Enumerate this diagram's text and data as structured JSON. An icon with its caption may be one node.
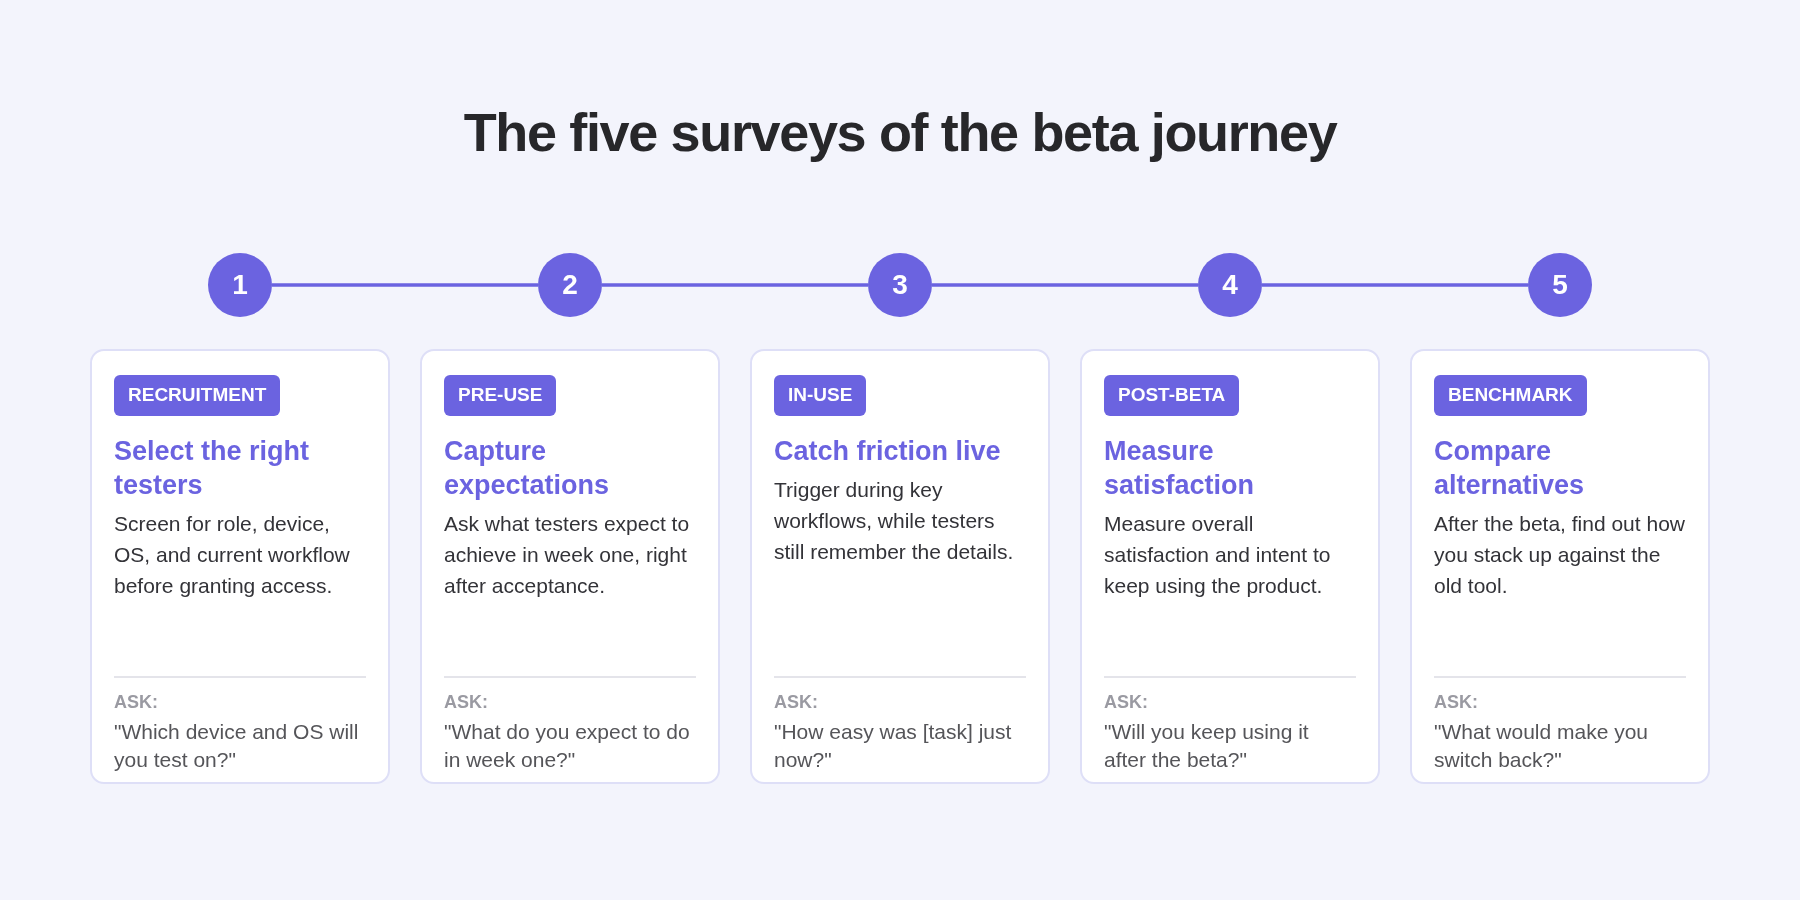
{
  "diagram": {
    "title": "The five surveys of the beta journey",
    "nodes": [
      {
        "text": [
          "1"
        ]
      },
      {
        "text": [
          "2"
        ]
      },
      {
        "text": [
          "3"
        ]
      },
      {
        "text": [
          "4"
        ]
      },
      {
        "text": [
          "5"
        ]
      },
      {
        "text": [
          "RECRUITMENT",
          "Select the right testers",
          "Screen for role, device, OS, and current workflow before granting access.",
          "ASK:",
          "\"Which device and OS will you test on?\""
        ]
      },
      {
        "text": [
          "PRE-USE",
          "Capture expectations",
          "Ask what testers expect to achieve in week one, right after acceptance.",
          "ASK:",
          "\"What do you expect to do in week one?\""
        ]
      },
      {
        "text": [
          "IN-USE",
          "Catch friction live",
          "Trigger during key workflows, while testers still remember the details.",
          "ASK:",
          "\"How easy was [task] just now?\""
        ]
      },
      {
        "text": [
          "POST-BETA",
          "Measure satisfaction",
          "Measure overall satisfaction and intent to keep using the product.",
          "ASK:",
          "\"Will you keep using it after the beta?\""
        ]
      },
      {
        "text": [
          "BENCHMARK",
          "Compare alternatives",
          "After the beta, find out how you stack up against the old tool.",
          "ASK:",
          "\"What would make you switch back?\""
        ]
      }
    ],
    "edges": [
      {
        "from": 0,
        "to": 1,
        "arrow": "none"
      },
      {
        "from": 1,
        "to": 2,
        "arrow": "none"
      },
      {
        "from": 2,
        "to": 3,
        "arrow": "none"
      },
      {
        "from": 3,
        "to": 4,
        "arrow": "none"
      }
    ]
  }
}
